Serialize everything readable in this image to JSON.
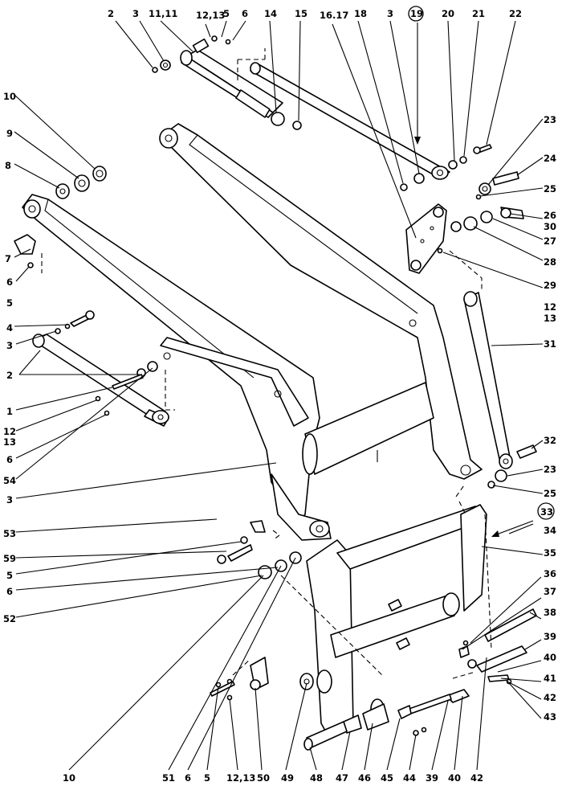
{
  "figure": {
    "callouts": [
      {
        "id": "c-2-top",
        "text": "2"
      },
      {
        "id": "c-3-top",
        "text": "3"
      },
      {
        "id": "c-11",
        "text": "11,11"
      },
      {
        "id": "c-12-top",
        "text": "12,13"
      },
      {
        "id": "c-5-top",
        "text": "5"
      },
      {
        "id": "c-6-top",
        "text": "6"
      },
      {
        "id": "c-14",
        "text": "14"
      },
      {
        "id": "c-15",
        "text": "15"
      },
      {
        "id": "c-16",
        "text": "16.17"
      },
      {
        "id": "c-18",
        "text": "18"
      },
      {
        "id": "c-3-top2",
        "text": "3"
      },
      {
        "id": "c-19",
        "text": "19"
      },
      {
        "id": "c-20",
        "text": "20"
      },
      {
        "id": "c-21",
        "text": "21"
      },
      {
        "id": "c-22",
        "text": "22"
      },
      {
        "id": "c-10-left",
        "text": "10"
      },
      {
        "id": "c-9",
        "text": "9"
      },
      {
        "id": "c-8",
        "text": "8"
      },
      {
        "id": "c-7",
        "text": "7"
      },
      {
        "id": "c-6-left",
        "text": "6"
      },
      {
        "id": "c-5-left",
        "text": "5"
      },
      {
        "id": "c-4",
        "text": "4"
      },
      {
        "id": "c-3-left",
        "text": "3"
      },
      {
        "id": "c-2-left",
        "text": "2"
      },
      {
        "id": "c-1",
        "text": "1"
      },
      {
        "id": "c-12-left",
        "text": "12"
      },
      {
        "id": "c-13-left",
        "text": "13"
      },
      {
        "id": "c-6-left2",
        "text": "6"
      },
      {
        "id": "c-54",
        "text": "54"
      },
      {
        "id": "c-3-left2",
        "text": "3"
      },
      {
        "id": "c-53",
        "text": "53"
      },
      {
        "id": "c-59",
        "text": "59"
      },
      {
        "id": "c-5-left2",
        "text": "5"
      },
      {
        "id": "c-6-left3",
        "text": "6"
      },
      {
        "id": "c-52",
        "text": "52"
      },
      {
        "id": "c-23-top",
        "text": "23"
      },
      {
        "id": "c-24",
        "text": "24"
      },
      {
        "id": "c-25-top",
        "text": "25"
      },
      {
        "id": "c-26",
        "text": "26"
      },
      {
        "id": "c-30",
        "text": "30"
      },
      {
        "id": "c-27",
        "text": "27"
      },
      {
        "id": "c-28",
        "text": "28"
      },
      {
        "id": "c-29",
        "text": "29"
      },
      {
        "id": "c-12-right",
        "text": "12"
      },
      {
        "id": "c-13-right",
        "text": "13"
      },
      {
        "id": "c-31",
        "text": "31"
      },
      {
        "id": "c-32",
        "text": "32"
      },
      {
        "id": "c-23-bot",
        "text": "23"
      },
      {
        "id": "c-25-bot",
        "text": "25"
      },
      {
        "id": "c-33",
        "text": "33"
      },
      {
        "id": "c-34",
        "text": "34"
      },
      {
        "id": "c-35",
        "text": "35"
      },
      {
        "id": "c-36",
        "text": "36"
      },
      {
        "id": "c-37",
        "text": "37"
      },
      {
        "id": "c-38",
        "text": "38"
      },
      {
        "id": "c-39-right",
        "text": "39"
      },
      {
        "id": "c-40-right",
        "text": "40"
      },
      {
        "id": "c-41",
        "text": "41"
      },
      {
        "id": "c-42-right",
        "text": "42"
      },
      {
        "id": "c-43",
        "text": "43"
      },
      {
        "id": "c-10-bot",
        "text": "10"
      },
      {
        "id": "c-51",
        "text": "51"
      },
      {
        "id": "c-6-bot",
        "text": "6"
      },
      {
        "id": "c-5-bot",
        "text": "5"
      },
      {
        "id": "c-12-bot",
        "text": "12,13"
      },
      {
        "id": "c-50",
        "text": "50"
      },
      {
        "id": "c-49",
        "text": "49"
      },
      {
        "id": "c-48",
        "text": "48"
      },
      {
        "id": "c-47",
        "text": "47"
      },
      {
        "id": "c-46",
        "text": "46"
      },
      {
        "id": "c-45",
        "text": "45"
      },
      {
        "id": "c-44",
        "text": "44"
      },
      {
        "id": "c-39-bot",
        "text": "39"
      },
      {
        "id": "c-40-bot",
        "text": "40"
      },
      {
        "id": "c-42-bot",
        "text": "42"
      }
    ]
  }
}
